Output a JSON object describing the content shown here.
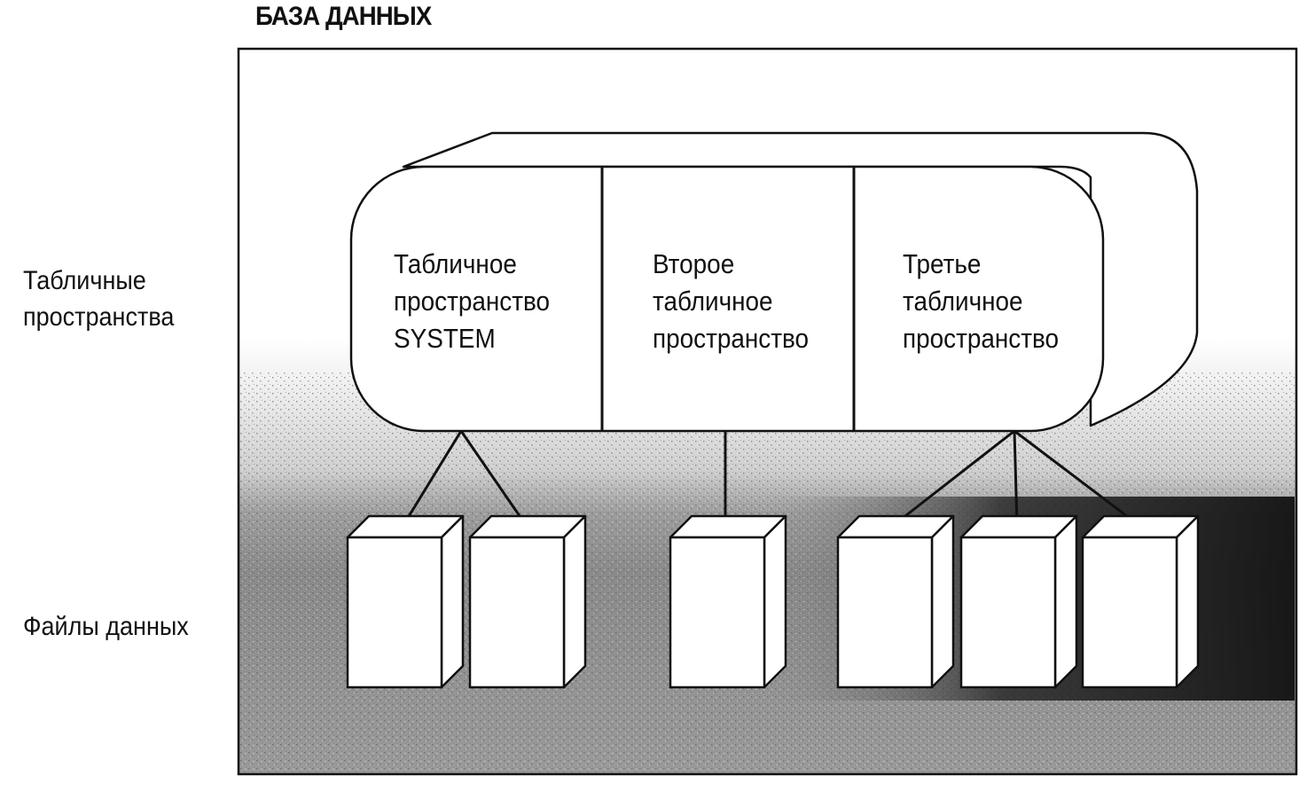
{
  "title": "БАЗА ДАННЫХ",
  "labels": {
    "tablespaces": "Табличные\nпространства",
    "datafiles": "Файлы данных"
  },
  "tablespaces": [
    {
      "name": "Табличное\nпространство\nSYSTEM",
      "datafile_count": 2
    },
    {
      "name": "Второе\nтабличное\nпространство",
      "datafile_count": 1
    },
    {
      "name": "Третье\nтабличное\nпространство",
      "datafile_count": 3
    }
  ]
}
